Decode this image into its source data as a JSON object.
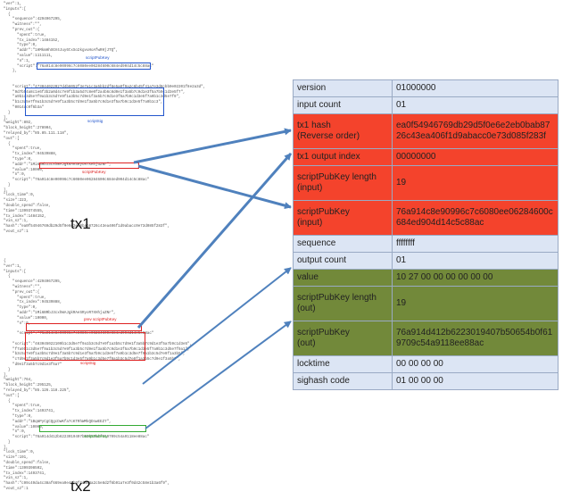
{
  "tx1_label": "tx1",
  "tx2_label": "tx2",
  "tx1_code": [
    "\"ver\":1,",
    "\"inputs\":[",
    "  {",
    "    \"sequence\":4294967295,",
    "    \"witness\":\"\",",
    "    \"prev_out\":{",
    "      \"spent\":true,",
    "      \"tx_index\":1484152,",
    "      \"type\":0,",
    "      \"addr\":\"1HMkmHhXGV4Juy6txSo2kgvuHoAfwRHjJTQ\",",
    "      \"value\":1111111,",
    "      \"n\":1,",
    "      \"script\":\"76a914c8e90996c7c6080ee06284600c684ed904d14c5c88ac\"",
    "    },",
    "",
    "",
    "    \"script\":\"473044022027d4b6052f3e7a1c3a5bb2df8e5a0f9a2c6b45f41a7e3d8cbb0e02201f8e2a3d\",",
    "    \"9d7b54a8c1e6f3b2a0d4c7e9f1b3a5d7c8e0f2a4b6c8d0e1f3a5b7c9d1e3f5a7b9c1d3e5f7\",",
    "    \"a9b1c3d5e7f9a1b3c5d7e9f1a3b5c7d9e1f3a5b7c9d1e3f5a7b9c1d3e5f7a9b1c3d5e7f9\",",
    "    \"b1c3d5e7f9a1b3c5d7e9f1a3b5c7d9e1f3a5b7c9d1e3f5a7b9c1d3e5f7a9b1c3\",",
    "    \"0014ac0f6b3a\"",
    "  }",
    "],",
    "\"weight\":892,",
    "\"block_height\":278904,",
    "\"relayed_by\":\"85.85.111.118\",",
    "\"out\":[",
    "  {",
    "    \"spent\":true,",
    "    \"tx_index\":94539888,",
    "    \"type\":0,",
    "    \"addr\":\"1Mi6BRbJ3cxhWAJgkRAeSRyoR7XHhjuZNr\",",
    "    \"value\":10000,",
    "    \"n\":0,",
    "    \"script\":\"76a914c8e90996c7c6080ee06284600c684ed904d14c5c88ac\"",
    "  }",
    "],",
    "\"lock_time\":0,",
    "\"size\":223,",
    "\"double_spend\":false,",
    "\"time\":1399374555,",
    "\"tx_index\":1484152,",
    "\"vin_sz\":1,",
    "\"hash\":\"ea0f54946769db29d5f0e6e2eb0bab8726c43ea406f1d9abacc0e73d085f283f\",",
    "\"vout_sz\":1"
  ],
  "tx2_code": [
    "{",
    "\"ver\":1,",
    "\"inputs\":[",
    "  {",
    "    \"sequence\":4294967295,",
    "    \"witness\":\"\",",
    "    \"prev_out\":{",
    "      \"spent\":true,",
    "      \"tx_index\":94539888,",
    "      \"type\":0,",
    "      \"addr\":\"1Mi6BRbJ3cxhWAJgkRAeSRyoR7XHhjuZNr\",",
    "      \"value\":10000,",
    "      \"n\":0,",
    "",
    "      \"script\":\"76a914c8e90996c7c6080ee06284600c684ed904d14c5c88ac\"",
    "",
    "    \"script\":\"483045022100b1c3d5e7f9a1b3c5d7e9f1a3b5c7d9e1f3a5b7c9d1e3f5a7b9c1d3e5\",",
    "    \"f7a9b1c3d5e7f9a1b3c5d7e9f1a3b5c7d9e1f3a5b7c9d1e3f5a7b9c1d3e5f7a9b1c3d5e7f9a1\",",
    "    \"b3c5d7e9f1a3b5c7d9e1f3a5b7c9d1e3f5a7b9c1d3e5f7a9b1c3d5e7f9a1b3c5d7e9f1a3b5\",",
    "    \"c7d9e1f3a5b7c9d1e3f5a7b9c1d3e5f7a9b1c3d5e7f9a1b3c5d7e9f1a3b5c7d9e1f3a5b7\",",
    "    \"d9e1f3a5b7c9d1e3f5a7\"",
    "  }",
    "],",
    "\"weight\":764,",
    "\"block_height\":295125,",
    "\"relayed_by\":\"85.126.118.225\",",
    "\"out\":[",
    "  {",
    "    \"spent\":true,",
    "    \"tx_index\":1493741,",
    "    \"type\":0,",
    "    \"addr\":\"1BqmPyCgCQgcDwKfa7cKTRhWMkQDnwEEZ7\",",
    "    \"value\":10000,",
    "    \"n\":0,",
    "    \"script\":\"76a914d412b6223019407b50654b0f619709c54a9118ee88ac\"",
    "  }",
    "],",
    "\"lock_time\":0,",
    "\"size\":191,",
    "\"double_spend\":false,",
    "\"time\":1399398502,",
    "\"tx_index\":1493741,",
    "\"vin_sz\":1,",
    "\"hash\":\"c99c49da4c38af669ea9e4cb0f6d4c4a2c5e8d2f6b91a7e3f0d42c58e1b3a6f9\",",
    "\"vout_sz\":1"
  ],
  "annotations": {
    "tx1_scriptpubkey": "scriptPubKey",
    "tx1_scriptsig": "scriptSig",
    "tx1_out_scriptpubkey": "scriptPubKey",
    "tx2_prev_scriptpubkey": "prev scriptPubKey",
    "tx2_scriptsig": "scriptSig",
    "tx2_out_scriptpubkey": "scriptPubKey"
  },
  "table": [
    {
      "key": "version",
      "value": "01000000",
      "style": "default"
    },
    {
      "key": "input count",
      "value": "01",
      "style": "default"
    },
    {
      "key": "tx1 hash\n(Reverse order)",
      "value": "ea0f54946769db29d5f0e6e2eb0bab87\n26c43ea406f1d9abacc0e73d085f283f",
      "style": "red"
    },
    {
      "key": "tx1 output index",
      "value": "00000000",
      "style": "red"
    },
    {
      "key": "scriptPubKey length\n(input)",
      "value": "19",
      "style": "red"
    },
    {
      "key": "scriptPubKey\n(input)",
      "value": "76a914c8e90996c7c6080ee06284600c\n684ed904d14c5c88ac",
      "style": "red"
    },
    {
      "key": "sequence",
      "value": "ffffffff",
      "style": "default"
    },
    {
      "key": "output count",
      "value": "01",
      "style": "default"
    },
    {
      "key": "value",
      "value": "10 27 00 00 00 00 00 00",
      "style": "green"
    },
    {
      "key": "scriptPubKey length\n(out)",
      "value": "19",
      "style": "green"
    },
    {
      "key": "scriptPubKey\n(out)",
      "value": "76a914d412b6223019407b50654b0f61\n9709c54a9118ee88ac",
      "style": "green"
    },
    {
      "key": "locktime",
      "value": "00 00 00 00",
      "style": "default"
    },
    {
      "key": "sighash code",
      "value": "01 00 00 00",
      "style": "default"
    }
  ],
  "colors": {
    "default_row": "#dce5f4",
    "red_row": "#f4432c",
    "green_row": "#72893a",
    "arrow": "#4f81bd",
    "blue_box": "#2255cc",
    "red_box": "#dd2222",
    "green_box": "#33aa33"
  }
}
